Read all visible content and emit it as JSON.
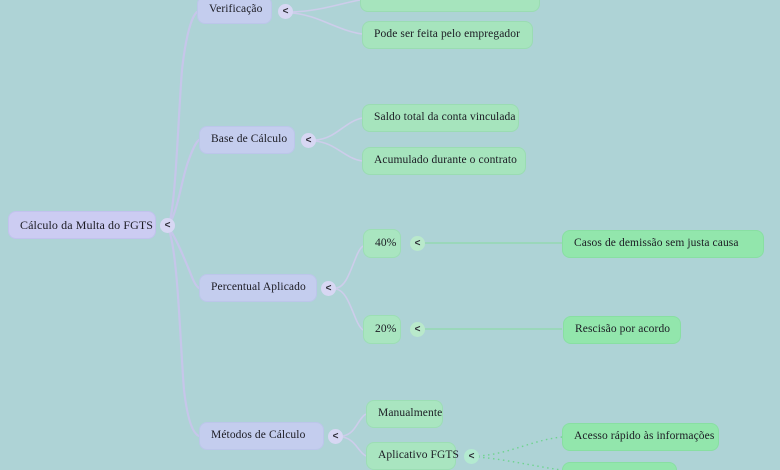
{
  "diagram": {
    "type": "mindmap",
    "title": "Cálculo da Multa do FGTS",
    "background_color": "#aed3d6",
    "root_color": "#ccccf2",
    "branch_color": "#c4cdee",
    "leaf_color": "#a6e4bd",
    "edge_color": "#c6c6ea",
    "edge_color_green": "#7fd79b",
    "collapse_marker": "<"
  },
  "nodes": {
    "root": {
      "label": "Cálculo da Multa do FGTS"
    },
    "branches": [
      {
        "label": "Verificação"
      },
      {
        "label": "Base de Cálculo"
      },
      {
        "label": "Percentual Aplicado"
      },
      {
        "label": "Métodos de Cálculo"
      }
    ],
    "verificacao_children": [
      {
        "label": ""
      },
      {
        "label": "Pode ser feita pelo empregador"
      }
    ],
    "base_calculo_children": [
      {
        "label": "Saldo total da conta vinculada"
      },
      {
        "label": "Acumulado durante o contrato"
      }
    ],
    "percentual_children": [
      {
        "label": "40%",
        "detail": "Casos de demissão sem justa causa"
      },
      {
        "label": "20%",
        "detail": "Rescisão por acordo"
      }
    ],
    "metodos_children": [
      {
        "label": "Manualmente"
      },
      {
        "label": "Aplicativo FGTS"
      }
    ],
    "aplicativo_children": [
      {
        "label": "Acesso rápido às informações"
      },
      {
        "label": ""
      }
    ]
  }
}
